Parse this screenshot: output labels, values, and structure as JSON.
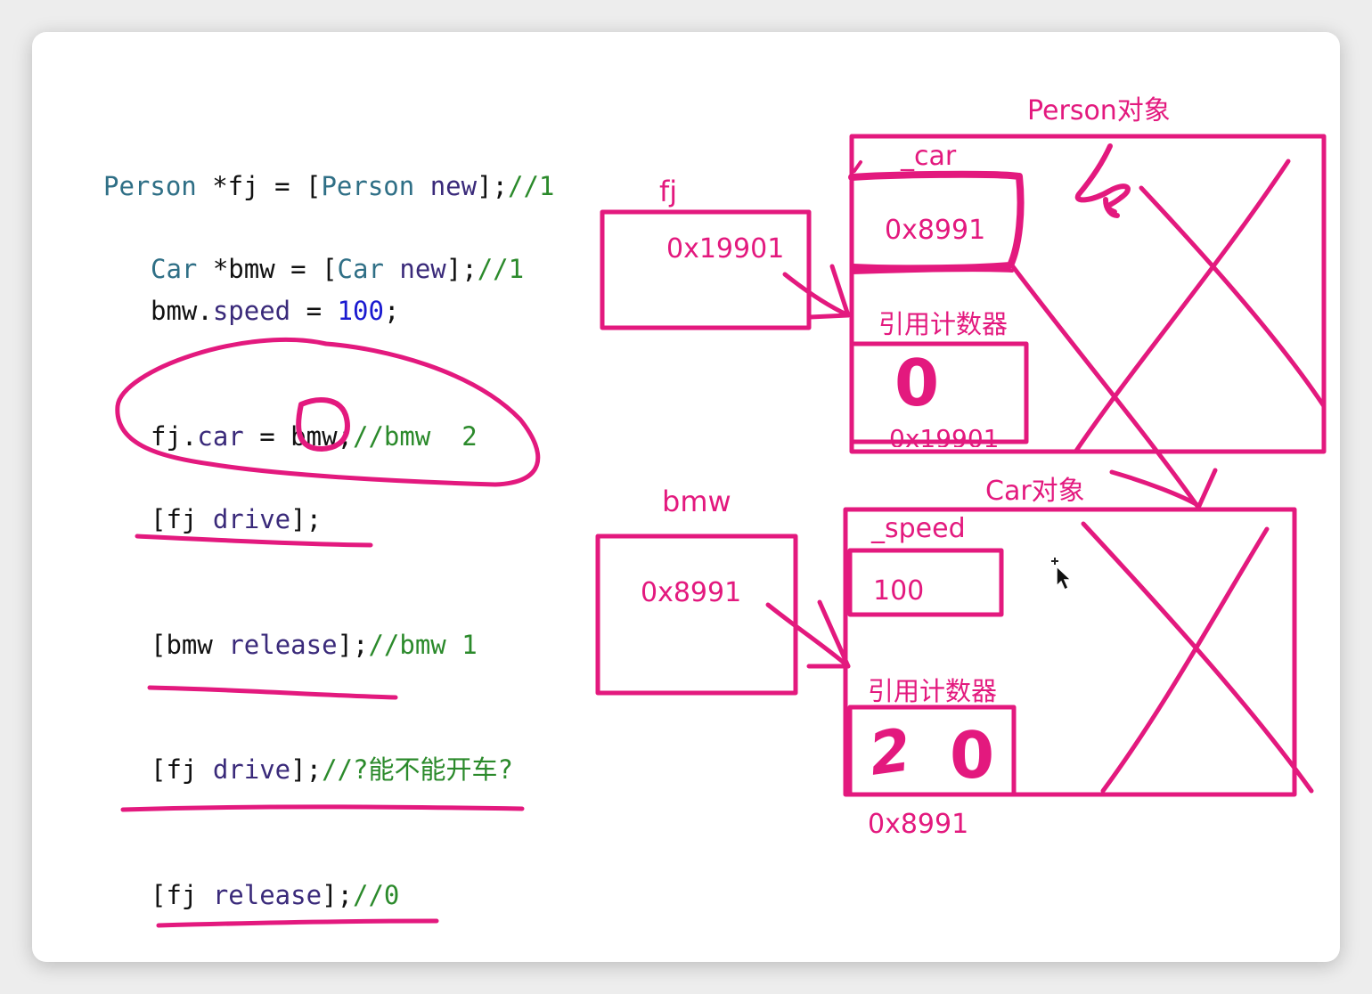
{
  "code_lines": [
    {
      "id": "line-person-new",
      "tokens": [
        {
          "t": "Person",
          "c": "cls"
        },
        {
          "t": " *fj = [",
          "c": ""
        },
        {
          "t": "Person",
          "c": "cls"
        },
        {
          "t": " ",
          "c": ""
        },
        {
          "t": "new",
          "c": "msg"
        },
        {
          "t": "];",
          "c": ""
        },
        {
          "t": "//1",
          "c": "cmt"
        }
      ]
    },
    {
      "id": "line-car-new",
      "tokens": [
        {
          "t": "Car",
          "c": "cls"
        },
        {
          "t": " *bmw = [",
          "c": ""
        },
        {
          "t": "Car",
          "c": "cls"
        },
        {
          "t": " ",
          "c": ""
        },
        {
          "t": "new",
          "c": "msg"
        },
        {
          "t": "];",
          "c": ""
        },
        {
          "t": "//1",
          "c": "cmt"
        }
      ]
    },
    {
      "id": "line-speed",
      "tokens": [
        {
          "t": "bmw.",
          "c": ""
        },
        {
          "t": "speed",
          "c": "msg"
        },
        {
          "t": " = ",
          "c": ""
        },
        {
          "t": "100",
          "c": "num"
        },
        {
          "t": ";",
          "c": ""
        }
      ]
    },
    {
      "id": "line-set-car",
      "tokens": [
        {
          "t": "fj.",
          "c": ""
        },
        {
          "t": "car",
          "c": "msg"
        },
        {
          "t": " = bmw;",
          "c": ""
        },
        {
          "t": "//bmw  2",
          "c": "cmt"
        }
      ]
    },
    {
      "id": "line-drive-1",
      "tokens": [
        {
          "t": "[fj ",
          "c": ""
        },
        {
          "t": "drive",
          "c": "msg"
        },
        {
          "t": "];",
          "c": ""
        }
      ]
    },
    {
      "id": "line-bmw-release",
      "tokens": [
        {
          "t": "[bmw ",
          "c": ""
        },
        {
          "t": "release",
          "c": "msg"
        },
        {
          "t": "];",
          "c": ""
        },
        {
          "t": "//bmw 1",
          "c": "cmt"
        }
      ]
    },
    {
      "id": "line-drive-2",
      "tokens": [
        {
          "t": "[fj ",
          "c": ""
        },
        {
          "t": "drive",
          "c": "msg"
        },
        {
          "t": "];",
          "c": ""
        },
        {
          "t": "//?能不能开车?",
          "c": "cmt"
        }
      ]
    },
    {
      "id": "line-fj-release",
      "tokens": [
        {
          "t": "[fj ",
          "c": ""
        },
        {
          "t": "release",
          "c": "msg"
        },
        {
          "t": "];",
          "c": ""
        },
        {
          "t": "//0",
          "c": "cmt"
        }
      ]
    }
  ],
  "diagram": {
    "person_title": "Person对象",
    "car_title": "Car对象",
    "fj_label": "fj",
    "fj_value": "0x19901",
    "bmw_label": "bmw",
    "bmw_value": "0x8991",
    "person_car_field": "_car",
    "person_car_value": "0x8991",
    "person_refcount_label": "引用计数器",
    "person_refcount_value": "0",
    "person_address": "0x19901",
    "car_speed_field": "_speed",
    "car_speed_value": "100",
    "car_refcount_label": "引用计数器",
    "car_refcount_old": "2",
    "car_refcount_value": "0",
    "car_address": "0x8991"
  },
  "colors": {
    "ink": "#e3197e",
    "class": "#2f6f86",
    "message": "#3a2a7a",
    "number": "#1a1ad0",
    "comment": "#2b8a2b"
  }
}
